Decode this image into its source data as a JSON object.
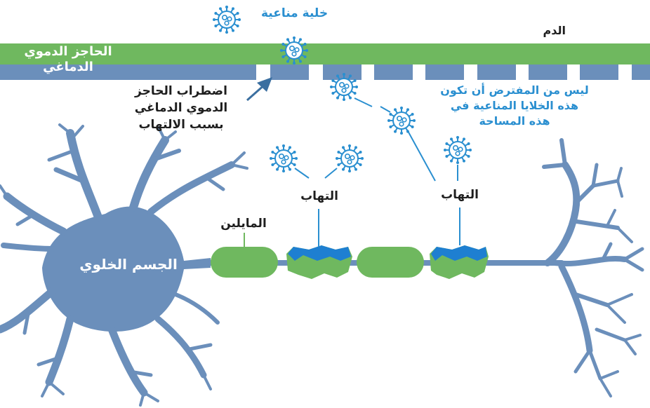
{
  "labels": {
    "blood": "الدم",
    "immune_cell": "خلية مناعية",
    "barrier_line1": "الحاجز الدموي",
    "barrier_line2": "الدماغي",
    "disruption_line1": "اضطراب الحاجز",
    "disruption_line2": "الدموي الدماغي",
    "disruption_line3": "بسبب الالتهاب",
    "not_supposed_line1": "ليس من المفترض أن تكون",
    "not_supposed_line2": "هذه الخلايا المناعية في",
    "not_supposed_line3": "هذه المساحة",
    "inflammation_left": "التهاب",
    "inflammation_right": "التهاب",
    "myelin": "المايلين",
    "cell_body": "الجسم الخلوي"
  },
  "colors": {
    "neuron": "#6b8fbb",
    "barrier_green": "#6fb85f",
    "barrier_blue": "#6b8fbb",
    "myelin": "#6fb85f",
    "damage": "#1e7fd1",
    "immune_cell": "#2a8fd0",
    "accent_text": "#2a8fd0",
    "dark_text": "#1e1e1e"
  },
  "icons": {
    "immune_cell": "virus-like-cell-icon",
    "arrow": "up-right-arrow-icon"
  }
}
